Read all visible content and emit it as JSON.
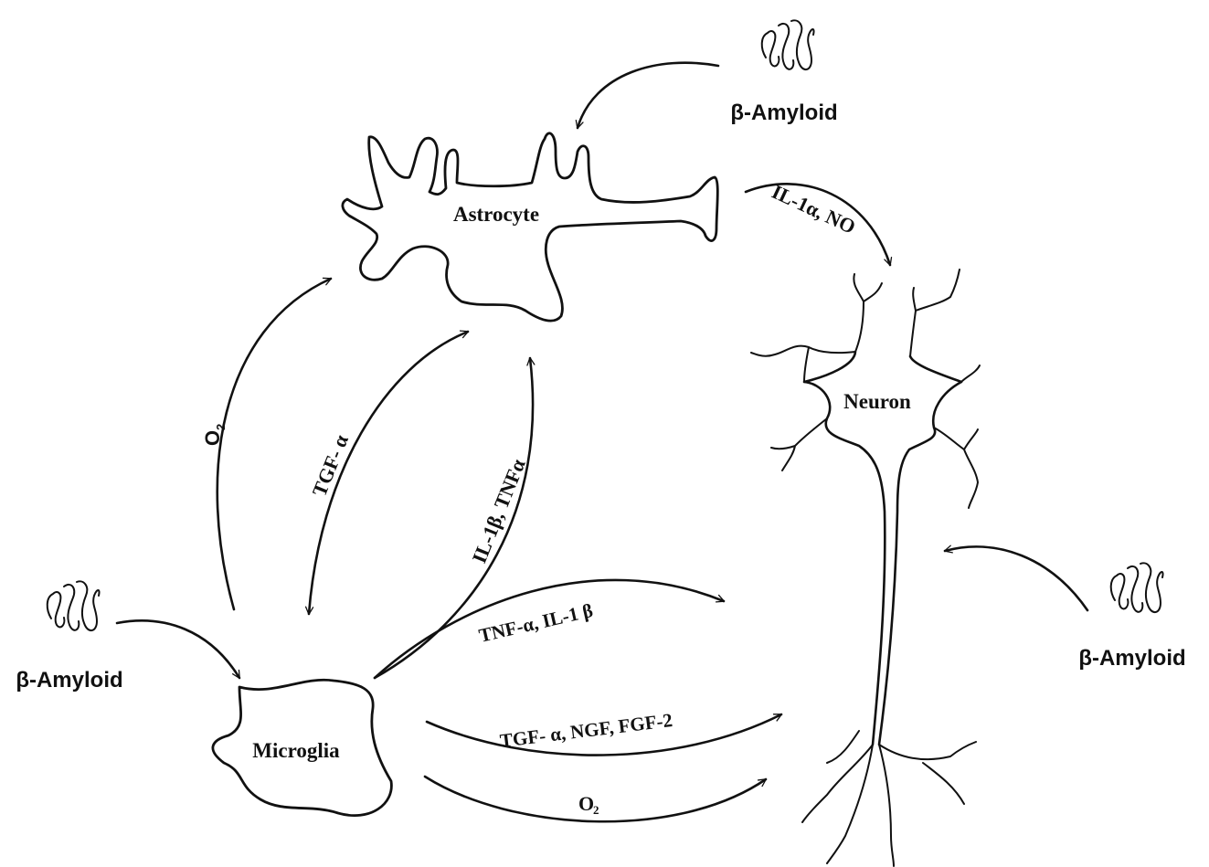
{
  "cells": {
    "astrocyte": "Astrocyte",
    "neuron": "Neuron",
    "microglia": "Microglia"
  },
  "amyloid": {
    "top": "β-Amyloid",
    "left": "β-Amyloid",
    "right": "β-Amyloid"
  },
  "signals": {
    "astro_to_neuron": "IL-1α, NO",
    "microglia_to_astro_o2": "O",
    "microglia_to_astro_o2_sub": "2",
    "astro_microglia_tgf": "TGF- α",
    "microglia_to_astro_il": "IL-1β, TNFα",
    "microglia_to_neuron_tnf": "TNF-α, IL-1 β",
    "microglia_to_neuron_tgf": "TGF- α,  NGF, FGF-2",
    "microglia_to_neuron_o2": "O",
    "microglia_to_neuron_o2_sub": "2"
  }
}
